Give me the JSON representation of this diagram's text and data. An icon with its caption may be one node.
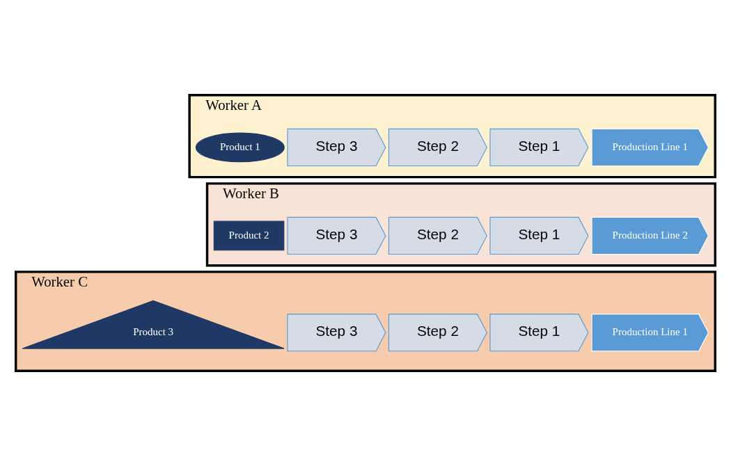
{
  "diagram": {
    "nodes": [
      {
        "text": [
          "Worker A"
        ]
      },
      {
        "text": [
          "Production Line 1"
        ],
        "in": 0
      },
      {
        "text": [
          "Step 1"
        ],
        "in": 0
      },
      {
        "text": [
          "Step 2"
        ],
        "in": 0
      },
      {
        "text": [
          "Step 3"
        ],
        "in": 0
      },
      {
        "text": [
          "Product 1"
        ],
        "in": 0
      },
      {
        "text": [
          "Worker B"
        ]
      },
      {
        "text": [
          "Production Line 2"
        ],
        "in": 6
      },
      {
        "text": [
          "Step 1"
        ],
        "in": 6
      },
      {
        "text": [
          "Step 2"
        ],
        "in": 6
      },
      {
        "text": [
          "Step 3"
        ],
        "in": 6
      },
      {
        "text": [
          "Product 2"
        ],
        "in": 6
      },
      {
        "text": [
          "Worker C"
        ]
      },
      {
        "text": [
          "Production Line 1"
        ],
        "in": 12
      },
      {
        "text": [
          "Step 1"
        ],
        "in": 12
      },
      {
        "text": [
          "Step 2"
        ],
        "in": 12
      },
      {
        "text": [
          "Step 3"
        ],
        "in": 12
      },
      {
        "text": [
          "Product 3"
        ],
        "in": 12
      }
    ],
    "edges": []
  }
}
